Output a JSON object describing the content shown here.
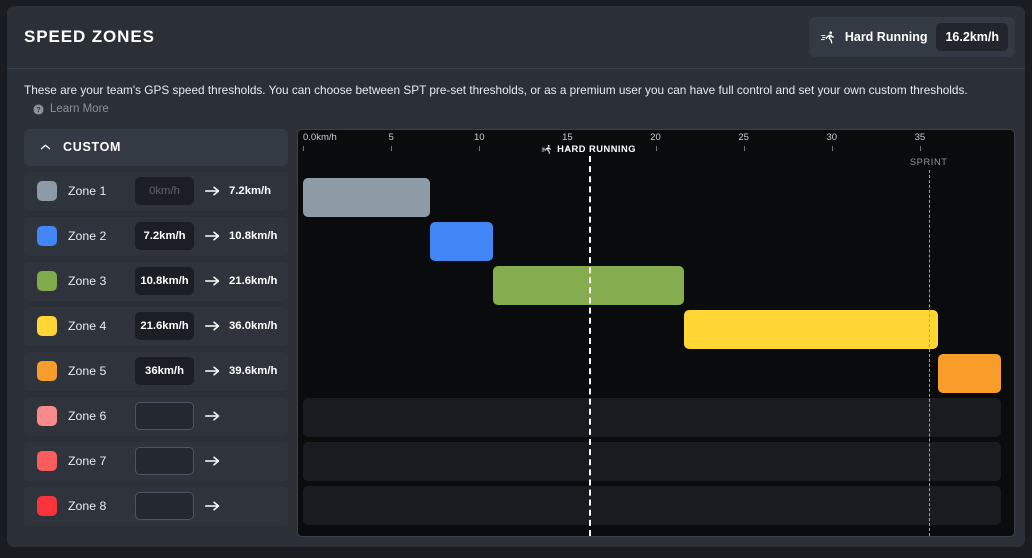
{
  "header": {
    "title": "SPEED ZONES",
    "badge": {
      "icon": "running-icon",
      "label": "Hard Running",
      "value": "16.2km/h"
    }
  },
  "description": {
    "text": "These are your team's GPS speed thresholds. You can choose between SPT pre-set thresholds, or as a premium user you can have full control and set your own custom thresholds.",
    "learn_more": "Learn More",
    "learn_more_icon": "question-circle-icon"
  },
  "sidebar": {
    "section_label": "CUSTOM",
    "collapse_icon": "chevron-up-icon",
    "zones": [
      {
        "name": "Zone 1",
        "color": "#8c9ba5",
        "from": "0km/h",
        "to": "7.2km/h",
        "from_muted": true,
        "empty": false
      },
      {
        "name": "Zone 2",
        "color": "#4285f4",
        "from": "7.2km/h",
        "to": "10.8km/h",
        "from_muted": false,
        "empty": false
      },
      {
        "name": "Zone 3",
        "color": "#7fab4d",
        "from": "10.8km/h",
        "to": "21.6km/h",
        "from_muted": false,
        "empty": false
      },
      {
        "name": "Zone 4",
        "color": "#ffd633",
        "from": "21.6km/h",
        "to": "36.0km/h",
        "from_muted": false,
        "empty": false
      },
      {
        "name": "Zone 5",
        "color": "#f89c2a",
        "from": "36km/h",
        "to": "39.6km/h",
        "from_muted": false,
        "empty": false
      },
      {
        "name": "Zone 6",
        "color": "#f98a8a",
        "from": "",
        "to": "",
        "from_muted": false,
        "empty": true
      },
      {
        "name": "Zone 7",
        "color": "#fa5d5d",
        "from": "",
        "to": "",
        "from_muted": false,
        "empty": true
      },
      {
        "name": "Zone 8",
        "color": "#f8333c",
        "from": "",
        "to": "",
        "from_muted": false,
        "empty": true
      }
    ]
  },
  "chart_data": {
    "type": "bar",
    "orientation": "horizontal",
    "title": "",
    "xlabel": "",
    "ylabel": "",
    "xlim": [
      0,
      39.6
    ],
    "grid": false,
    "legend": "none",
    "axis_unit_label": "0.0km/h",
    "tick_labels": [
      "0.0km/h",
      "5",
      "10",
      "15",
      "20",
      "25",
      "30",
      "35"
    ],
    "tick_values": [
      0,
      5,
      10,
      15,
      20,
      25,
      30,
      35
    ],
    "categories": [
      "Zone 1",
      "Zone 2",
      "Zone 3",
      "Zone 4",
      "Zone 5",
      "Zone 6",
      "Zone 7",
      "Zone 8"
    ],
    "bars": [
      {
        "name": "Zone 1",
        "start": 0,
        "end": 7.2,
        "color": "#8c9ba5",
        "empty": false
      },
      {
        "name": "Zone 2",
        "start": 7.2,
        "end": 10.8,
        "color": "#4285f4",
        "empty": false
      },
      {
        "name": "Zone 3",
        "start": 10.8,
        "end": 21.6,
        "color": "#85ad4f",
        "empty": false
      },
      {
        "name": "Zone 4",
        "start": 21.6,
        "end": 36.0,
        "color": "#ffd633",
        "empty": false
      },
      {
        "name": "Zone 5",
        "start": 36.0,
        "end": 39.6,
        "color": "#f89c2a",
        "empty": false
      },
      {
        "name": "Zone 6",
        "start": null,
        "end": null,
        "color": "#f98a8a",
        "empty": true
      },
      {
        "name": "Zone 7",
        "start": null,
        "end": null,
        "color": "#fa5d5d",
        "empty": true
      },
      {
        "name": "Zone 8",
        "start": null,
        "end": null,
        "color": "#f8333c",
        "empty": true
      }
    ],
    "markers": [
      {
        "label": "HARD RUNNING",
        "value": 16.2,
        "style": "solid-white-dashed",
        "icon": "running-icon"
      },
      {
        "label": "SPRINT",
        "value": 35.5,
        "style": "grey-dashed",
        "icon": null
      }
    ]
  }
}
